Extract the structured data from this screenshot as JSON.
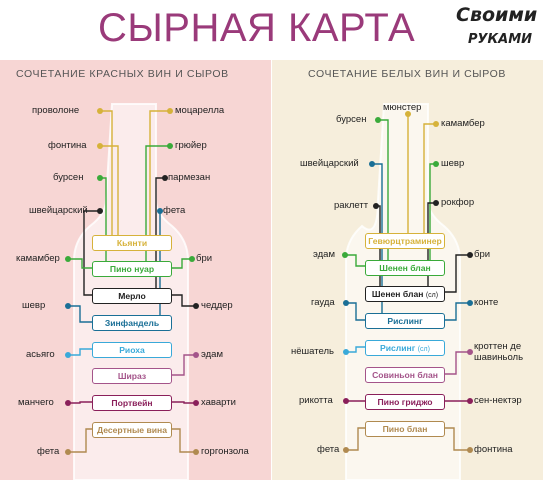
{
  "header": {
    "title": "СЫРНАЯ КАРТА",
    "logo_line1": "Своими",
    "logo_line2": "РУКАМИ"
  },
  "left": {
    "title": "СОЧЕТАНИЕ КРАСНЫХ ВИН И СЫРОВ",
    "wines": [
      {
        "label": "Кьянти",
        "color": "#d6b23a"
      },
      {
        "label": "Пино нуар",
        "color": "#3aaa3a"
      },
      {
        "label": "Мерло",
        "color": "#222222"
      },
      {
        "label": "Зинфандель",
        "color": "#1a6f96"
      },
      {
        "label": "Риоха",
        "color": "#39a9d9"
      },
      {
        "label": "Шираз",
        "color": "#a4548a"
      },
      {
        "label": "Портвейн",
        "color": "#8a1f5a"
      },
      {
        "label": "Десертные вина",
        "color": "#b08a50"
      }
    ],
    "cheeses": [
      "проволоне",
      "фонтина",
      "бурсен",
      "швейцарский",
      "камамбер",
      "шевр",
      "асьяго",
      "манчего",
      "фета",
      "моцарелла",
      "грюйер",
      "пармезан",
      "фета",
      "бри",
      "чеддер",
      "эдам",
      "хаварти",
      "горгонзола"
    ]
  },
  "right": {
    "title": "СОЧЕТАНИЕ БЕЛЫХ ВИН И СЫРОВ",
    "wines": [
      {
        "label": "Гевюрцтраминер",
        "color": "#d6b23a"
      },
      {
        "label": "Шенен блан",
        "color": "#3aaa3a"
      },
      {
        "label": "Шенен блан",
        "suffix": "(сл)",
        "color": "#222222"
      },
      {
        "label": "Рислинг",
        "color": "#1a6f96"
      },
      {
        "label": "Рислинг",
        "suffix": "(сл)",
        "color": "#39a9d9"
      },
      {
        "label": "Совиньон блан",
        "color": "#a4548a"
      },
      {
        "label": "Пино гриджо",
        "color": "#8a1f5a"
      },
      {
        "label": "Пино блан",
        "color": "#b08a50"
      }
    ],
    "cheeses": [
      "мюнстер",
      "бурсен",
      "камамбер",
      "швейцарский",
      "шевр",
      "раклетт",
      "рокфор",
      "эдам",
      "бри",
      "гауда",
      "конте",
      "нёшатель",
      "кроттен де",
      "шавиньоль",
      "рикотта",
      "сен-нектэр",
      "фета",
      "фонтина"
    ]
  }
}
